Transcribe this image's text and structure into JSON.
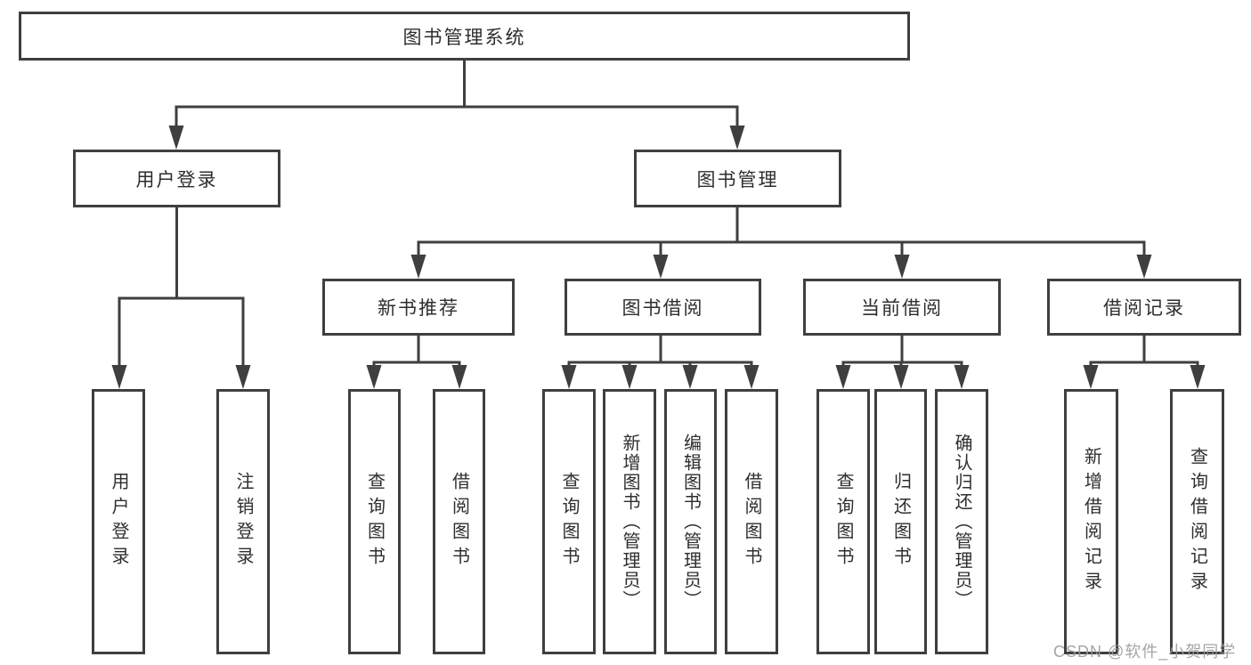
{
  "diagram": {
    "root": {
      "label": "图书管理系统"
    },
    "level2": {
      "user_login": {
        "label": "用户登录"
      },
      "book_mgmt": {
        "label": "图书管理"
      }
    },
    "level3": {
      "new_books": {
        "label": "新书推荐"
      },
      "book_borrow": {
        "label": "图书借阅"
      },
      "current_borrow": {
        "label": "当前借阅"
      },
      "borrow_records": {
        "label": "借阅记录"
      }
    },
    "leaves": {
      "user_login": [
        "用户登录",
        "注销登录"
      ],
      "new_books": [
        "查询图书",
        "借阅图书"
      ],
      "book_borrow": [
        "查询图书",
        "新增图书（管理员）",
        "编辑图书（管理员）",
        "借阅图书"
      ],
      "current_borrow": [
        "查询图书",
        "归还图书",
        "确认归还（管理员）"
      ],
      "borrow_records": [
        "新增借阅记录",
        "查询借阅记录"
      ]
    }
  },
  "watermark": {
    "text": "CSDN @软件_小贺同学"
  },
  "colors": {
    "line": "#3f3f3f",
    "box_border": "#3f3f3f",
    "text": "#2e2e2e",
    "background": "#ffffff",
    "watermark": "#9b9b9e"
  }
}
